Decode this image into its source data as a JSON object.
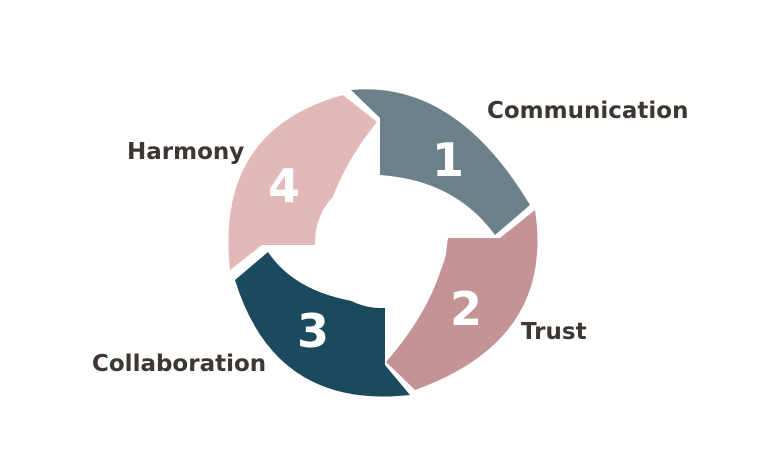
{
  "stages": [
    {
      "number": "1",
      "label": "Communication",
      "color": "#6c8089"
    },
    {
      "number": "2",
      "label": "Trust",
      "color": "#c49395"
    },
    {
      "number": "3",
      "label": "Collaboration",
      "color": "#1b4a5f"
    },
    {
      "number": "4",
      "label": "Harmony",
      "color": "#e2b9b8"
    }
  ],
  "colors": {
    "background": "#ffffff",
    "label_text": "#3e3633",
    "number_text": "#ffffff"
  }
}
